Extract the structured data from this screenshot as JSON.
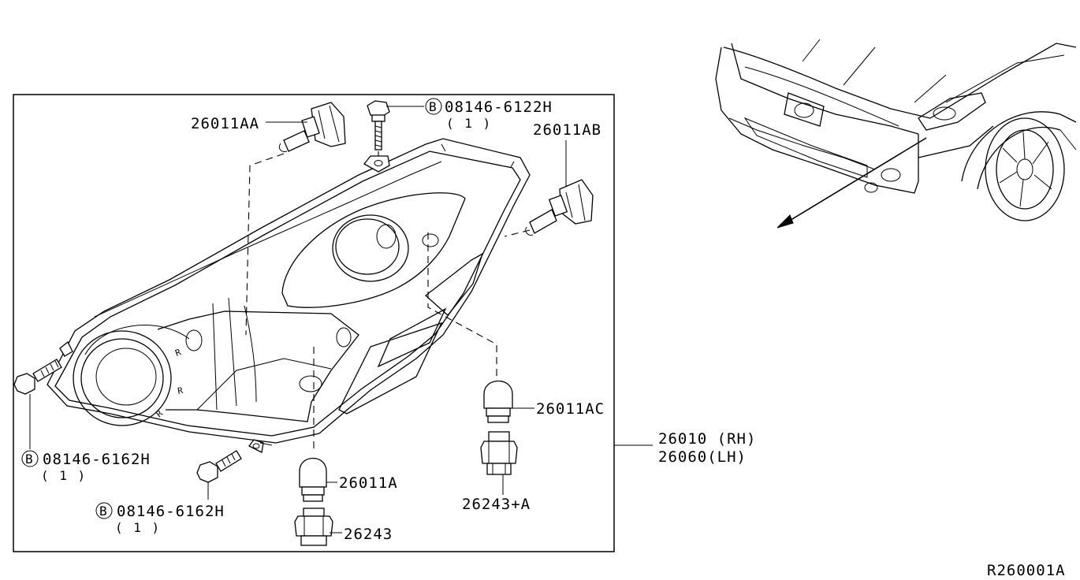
{
  "labels": {
    "bulb_aa": "26011AA",
    "bulb_ab": "26011AB",
    "bulb_ac": "26011AC",
    "bulb_a": "26011A",
    "socket_a": "26243+A",
    "socket": "26243",
    "lamp_rh": "26010 (RH)",
    "lamp_lh": "26060(LH)",
    "ref": "R260001A"
  },
  "bolts": [
    {
      "badge": "B",
      "part": "08146-6122H",
      "qty": "( 1 )"
    },
    {
      "badge": "B",
      "part": "08146-6162H",
      "qty": "( 1 )"
    },
    {
      "badge": "B",
      "part": "08146-6162H",
      "qty": "( 1 )"
    }
  ],
  "lens_marks": [
    "R",
    "R",
    "R"
  ]
}
